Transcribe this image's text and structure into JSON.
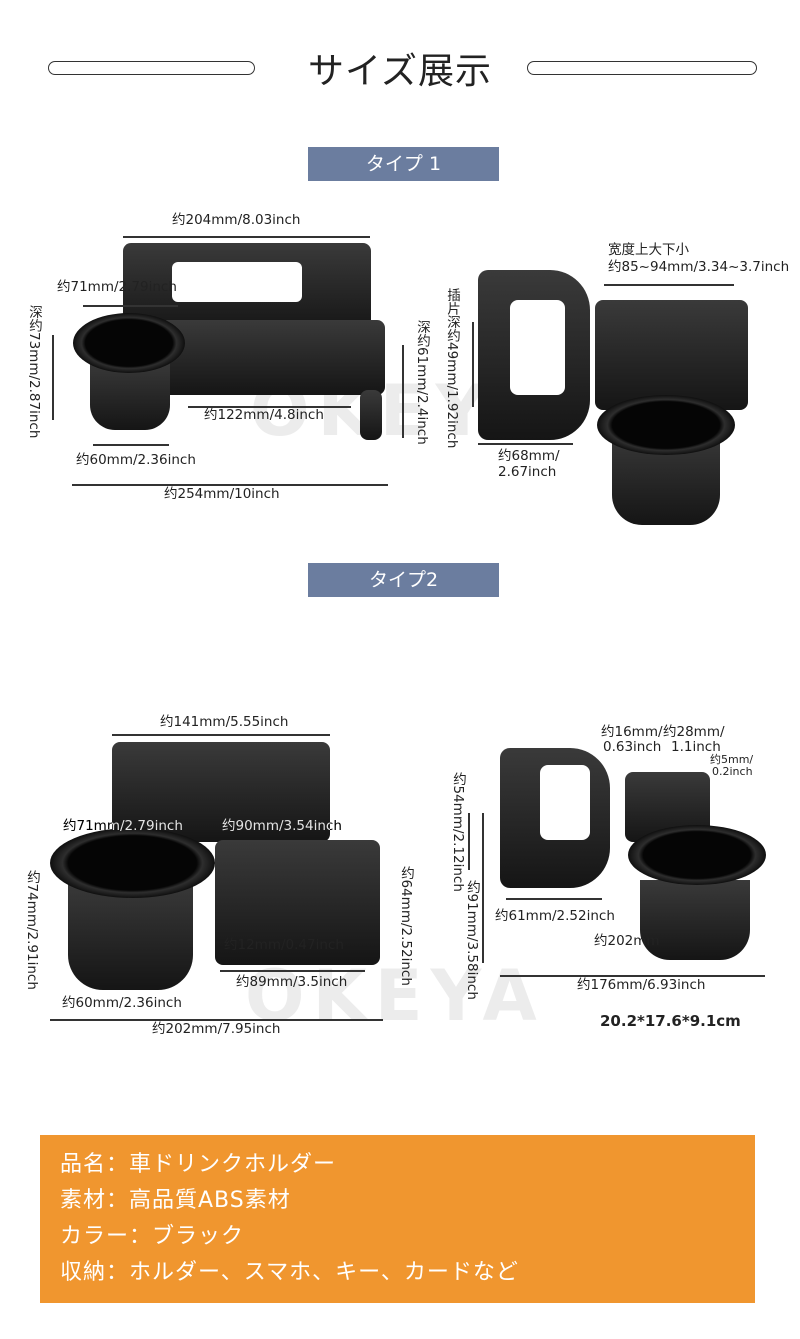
{
  "header": {
    "title": "サイズ展示"
  },
  "type1": {
    "label": "タイプ 1",
    "left": {
      "top_width": "约204mm/8.03inch",
      "cup_width": "约71mm/2.79inch",
      "cup_depth": "深约73mm/2.87inch",
      "tray_width": "约122mm/4.8inch",
      "tray_depth": "深约61mm/2.4inch",
      "cup_bottom": "约60mm/2.36inch",
      "total_width": "约254mm/10inch"
    },
    "right": {
      "width_note": "宽度上大下小",
      "width_range": "约85~94mm/3.34~3.7inch",
      "insert_depth": "插片深约49mm/1.92inch",
      "insert_length_1": "约68mm/",
      "insert_length_2": "2.67inch"
    }
  },
  "type2": {
    "label": "タイプ2",
    "left": {
      "top_width": "约141mm/5.55inch",
      "cup_width": "约71mm/2.79inch",
      "slot_width": "约90mm/3.54inch",
      "cup_depth": "约74mm/2.91inch",
      "tray_depth": "约64mm/2.52inch",
      "gap": "约12mm/0.47inch",
      "tray_bottom": "约89mm/3.5inch",
      "cup_bottom": "约60mm/2.36inch",
      "total_width": "约202mm/7.95inch"
    },
    "right": {
      "slot1_1": "约16mm/",
      "slot1_2": "0.63inch",
      "slot2_1": "约28mm/",
      "slot2_2": "1.1inch",
      "slot3_1": "约5mm/",
      "slot3_2": "0.2inch",
      "insert_depth": "约54mm/2.12inch",
      "total_height": "约91mm/3.58inch",
      "insert_length": "约61mm/2.52inch",
      "partial": "约202mm",
      "total_width": "约176mm/6.93inch",
      "size": "20.2*17.6*9.1cm"
    }
  },
  "watermark": "OKEYA",
  "info": [
    "品名：車ドリンクホルダー",
    "素材：高品質ABS素材",
    "カラー：ブラック",
    "収納：ホルダー、スマホ、キー、カードなど"
  ],
  "colors": {
    "tab": "#6b7d9f",
    "info_bg": "#f0962f"
  }
}
